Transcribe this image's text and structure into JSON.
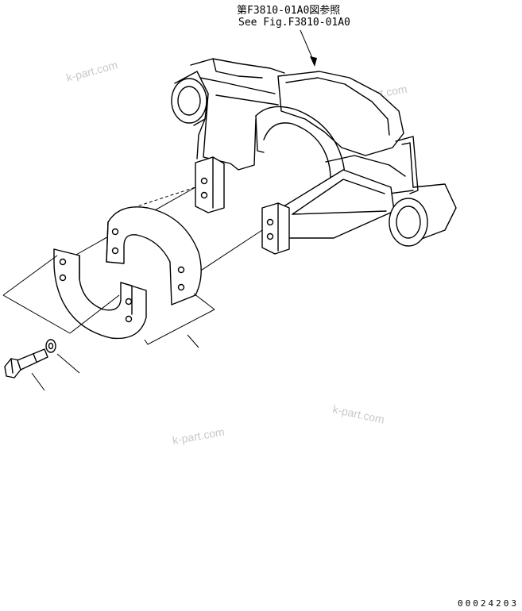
{
  "reference": {
    "line_jp": "第F3810-01A0図参照",
    "line_en": "See Fig.F3810-01A0"
  },
  "watermarks": [
    "k-part.com",
    "k-part.com",
    "k-part.com",
    "k-part.com"
  ],
  "drawing_number": "00024203"
}
